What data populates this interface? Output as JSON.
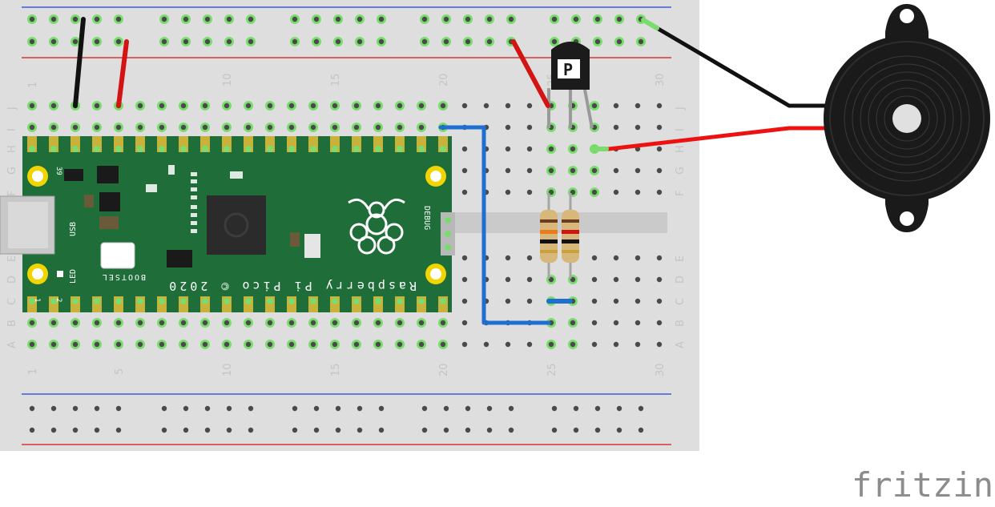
{
  "breadboard": {
    "columns_top": [
      "1",
      "10",
      "15",
      "20",
      "25",
      "30"
    ],
    "columns_bottom": [
      "1",
      "5",
      "10",
      "15",
      "20",
      "25",
      "30"
    ],
    "rows_left": [
      "J",
      "I",
      "H",
      "G",
      "F",
      "E",
      "D",
      "C",
      "B",
      "A"
    ],
    "rows_right": [
      "J",
      "I",
      "H",
      "G",
      "F",
      "E",
      "D",
      "C",
      "B",
      "A"
    ]
  },
  "pico": {
    "name": "Raspberry Pi Pico © 2020",
    "usb_label": "USB",
    "led_label": "LED",
    "bootsel_label": "BOOTSEL",
    "debug_label": "DEBUG",
    "pin_top": "39",
    "pin_bottom_1": "1",
    "pin_bottom_2": "2"
  },
  "transistor": {
    "marking": "P"
  },
  "brand": {
    "name": "fritzing"
  },
  "colors": {
    "board": "#dedede",
    "hole": "#4a4a4a",
    "hole_connected": "#7bdc6e",
    "pico_green": "#1f6e3a",
    "wire_black": "#111111",
    "wire_red": "#d31414",
    "wire_blue": "#1f6fd1",
    "rail_red": "#d31414",
    "rail_blue": "#1f3fd1"
  }
}
